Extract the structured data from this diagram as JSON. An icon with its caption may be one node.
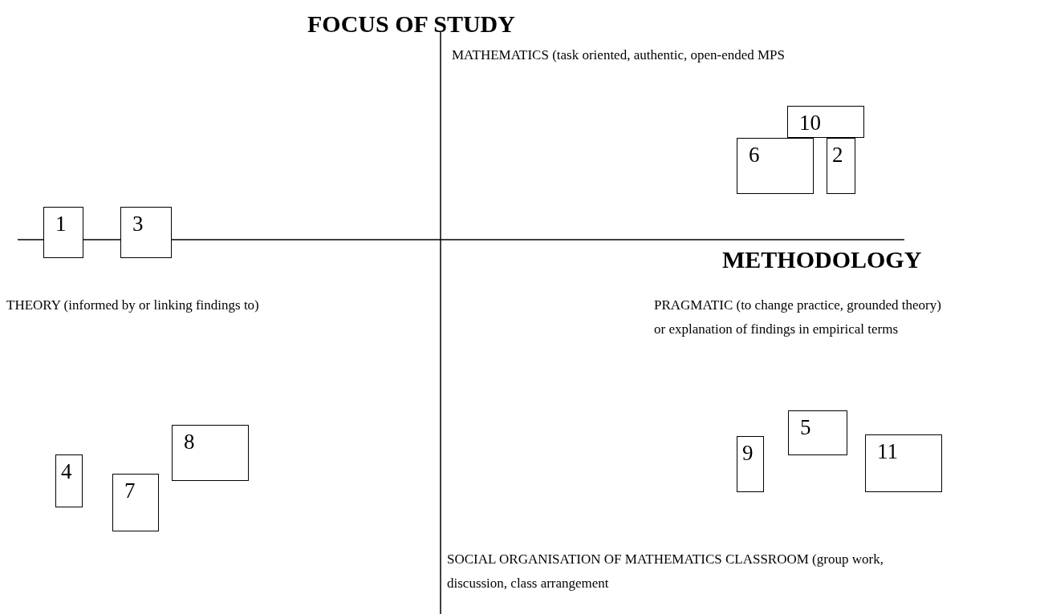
{
  "diagram": {
    "nodes": [
      {
        "text": [
          "10"
        ]
      },
      {
        "text": [
          "6"
        ]
      },
      {
        "text": [
          "2"
        ]
      },
      {
        "text": [
          "1"
        ]
      },
      {
        "text": [
          "3"
        ]
      },
      {
        "text": [
          "8"
        ]
      },
      {
        "text": [
          "4"
        ]
      },
      {
        "text": [
          "7"
        ]
      },
      {
        "text": [
          "5"
        ]
      },
      {
        "text": [
          "9"
        ]
      },
      {
        "text": [
          "11"
        ]
      }
    ],
    "labels": [
      "FOCUS OF STUDY",
      "MATHEMATICS (task oriented, authentic, open-ended MPS",
      "METHODOLOGY",
      "THEORY (informed by or linking findings to)",
      "PRAGMATIC (to change practice, grounded theory) or explanation of findings in empirical terms",
      "SOCIAL ORGANISATION OF MATHEMATICS CLASSROOM (group work, discussion, class arrangement"
    ]
  }
}
